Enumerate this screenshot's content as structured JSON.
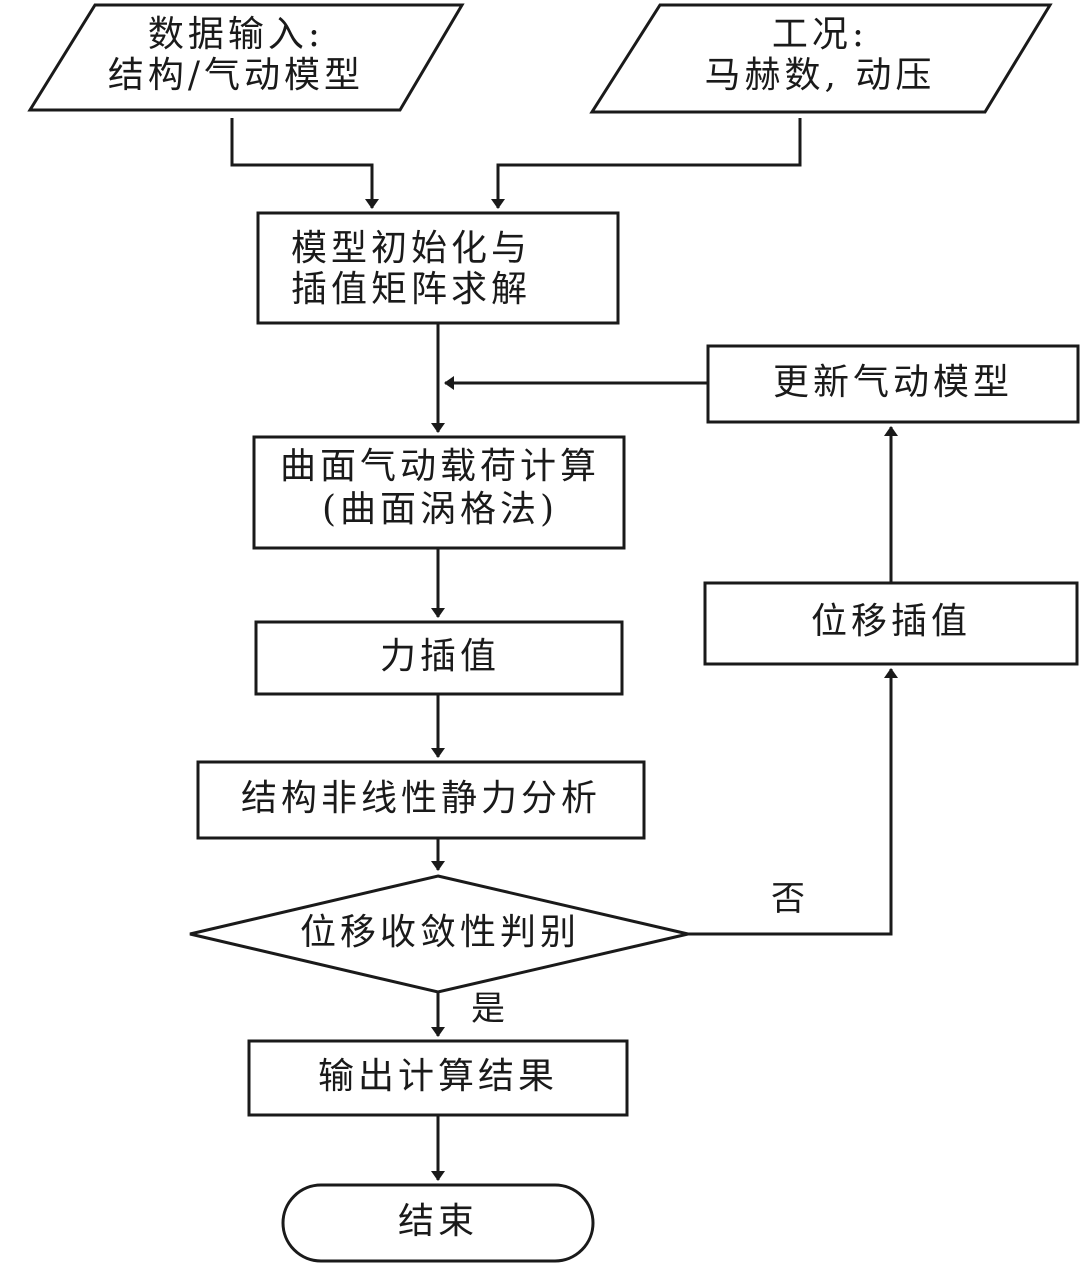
{
  "nodes": {
    "data_input": [
      "数据输入:",
      "结构/气动模型"
    ],
    "condition": [
      "工况:",
      "马赫数, 动压"
    ],
    "init": [
      "模型初始化与",
      "插值矩阵求解"
    ],
    "update_aero": "更新气动模型",
    "aero_load": [
      "曲面气动载荷计算",
      "(曲面涡格法)"
    ],
    "force_interp": "力插值",
    "disp_interp": "位移插值",
    "struct_analysis": "结构非线性静力分析",
    "convergence": "位移收敛性判别",
    "output": "输出计算结果",
    "end": "结束"
  },
  "edge_labels": {
    "no": "否",
    "yes": "是"
  }
}
